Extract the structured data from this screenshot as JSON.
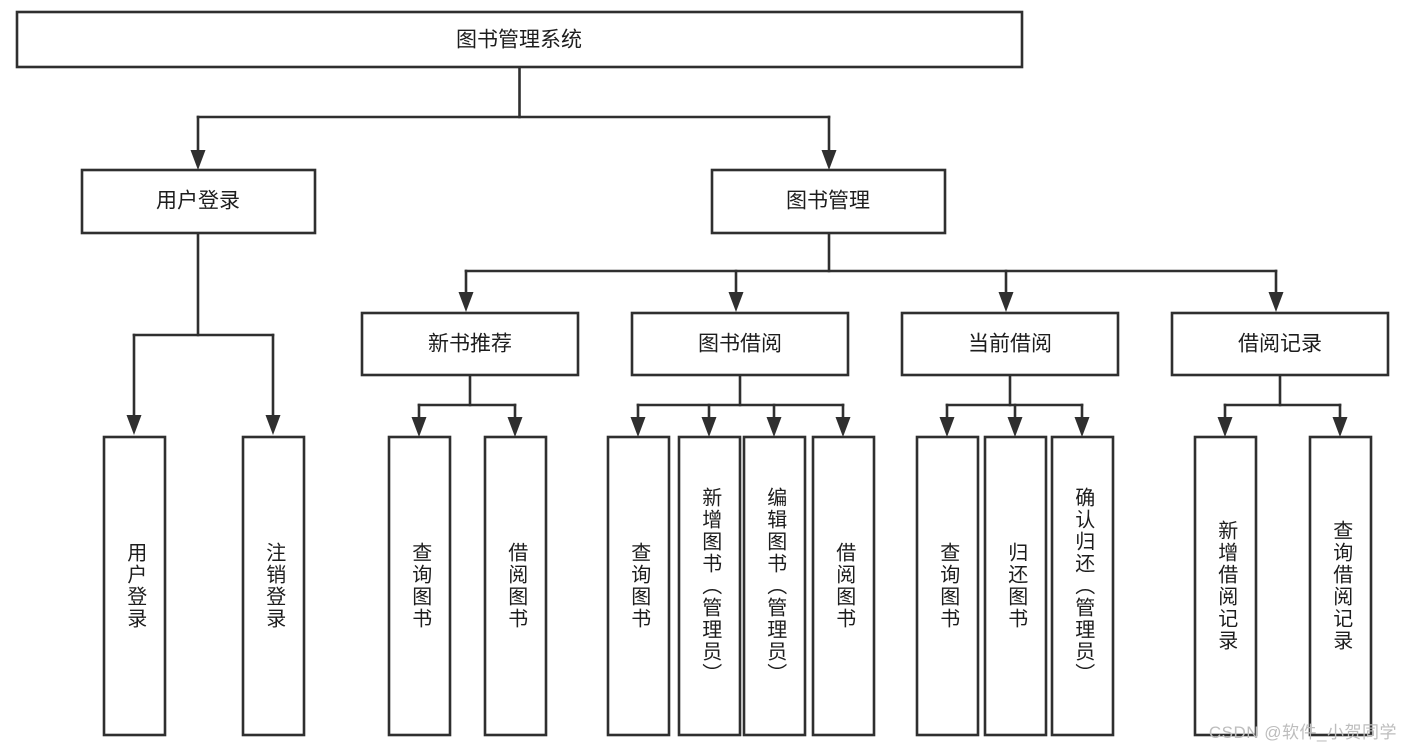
{
  "diagram": {
    "title_node": {
      "id": "root",
      "label": "图书管理系统"
    },
    "level2": [
      {
        "id": "user-login",
        "label": "用户登录"
      },
      {
        "id": "book-manage",
        "label": "图书管理"
      }
    ],
    "level3": [
      {
        "id": "new-book-recommend",
        "label": "新书推荐"
      },
      {
        "id": "book-borrow",
        "label": "图书借阅"
      },
      {
        "id": "current-borrow",
        "label": "当前借阅"
      },
      {
        "id": "borrow-record",
        "label": "借阅记录"
      }
    ],
    "leaves": [
      {
        "id": "leaf-user-login",
        "label": "用户登录",
        "parent": "user-login"
      },
      {
        "id": "leaf-logout-login",
        "label": "注销登录",
        "parent": "user-login"
      },
      {
        "id": "leaf-query-book-1",
        "label": "查询图书",
        "parent": "new-book-recommend"
      },
      {
        "id": "leaf-borrow-book-1",
        "label": "借阅图书",
        "parent": "new-book-recommend"
      },
      {
        "id": "leaf-query-book-2",
        "label": "查询图书",
        "parent": "book-borrow"
      },
      {
        "id": "leaf-add-book",
        "label": "新增图书（管理员）",
        "parent": "book-borrow"
      },
      {
        "id": "leaf-edit-book",
        "label": "编辑图书（管理员）",
        "parent": "book-borrow"
      },
      {
        "id": "leaf-borrow-book-2",
        "label": "借阅图书",
        "parent": "book-borrow"
      },
      {
        "id": "leaf-query-book-3",
        "label": "查询图书",
        "parent": "current-borrow"
      },
      {
        "id": "leaf-return-book",
        "label": "归还图书",
        "parent": "current-borrow"
      },
      {
        "id": "leaf-confirm-return",
        "label": "确认归还（管理员）",
        "parent": "current-borrow"
      },
      {
        "id": "leaf-add-borrow-record",
        "label": "新增借阅记录",
        "parent": "borrow-record"
      },
      {
        "id": "leaf-query-borrow-record",
        "label": "查询借阅记录",
        "parent": "borrow-record"
      }
    ],
    "colors": {
      "stroke": "#2f2f2f",
      "fill": "#ffffff",
      "text": "#1d1d1d",
      "watermark": "#bdbdbd"
    }
  },
  "watermark": {
    "text": "CSDN @软件_小贺同学"
  }
}
